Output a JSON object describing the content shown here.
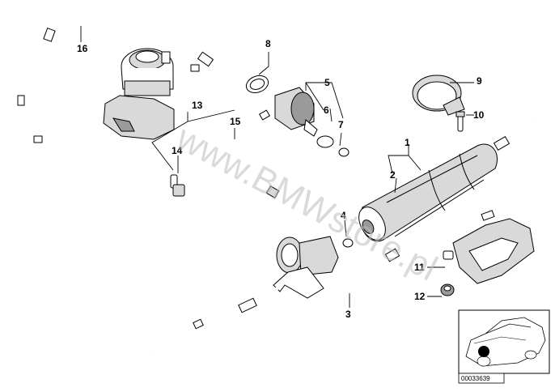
{
  "callouts": [
    "1",
    "2",
    "3",
    "4",
    "5",
    "6",
    "7",
    "8",
    "9",
    "10",
    "11",
    "12",
    "13",
    "14",
    "15",
    "16"
  ],
  "watermark": "www.BMWstore.pl",
  "reference_code": "00033639",
  "inset_icon": "car-location-thumbnail"
}
